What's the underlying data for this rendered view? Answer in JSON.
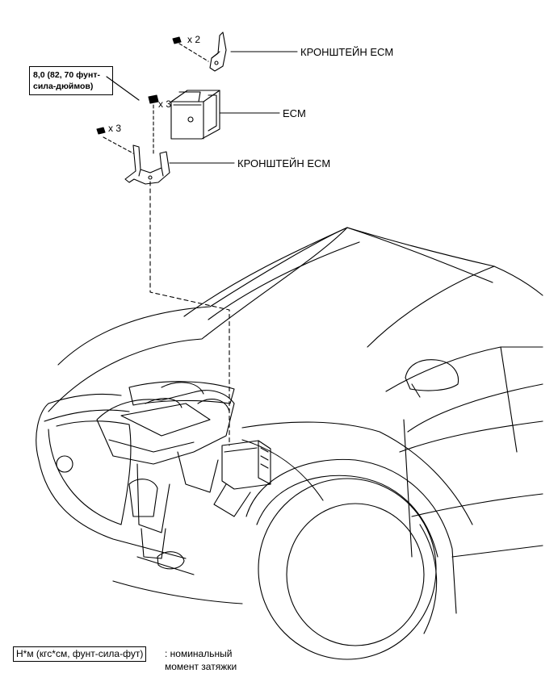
{
  "labels": {
    "upper_bracket": "КРОНШТЕЙН ECM",
    "ecm": "ECM",
    "lower_bracket": "КРОНШТЕЙН ECM"
  },
  "quantities": {
    "upper_bracket_bolts": "x 2",
    "ecm_bolts": "x 3",
    "lower_bracket_bolts": "x 3"
  },
  "torque": {
    "line1": "8,0 (82, 70 фунт-",
    "line2": "сила-дюймов)"
  },
  "legend": {
    "unit": "Н*м (кгс*см, фунт-сила-фут)",
    "desc_line1": ": номинальный",
    "desc_line2": "момент затяжки"
  }
}
